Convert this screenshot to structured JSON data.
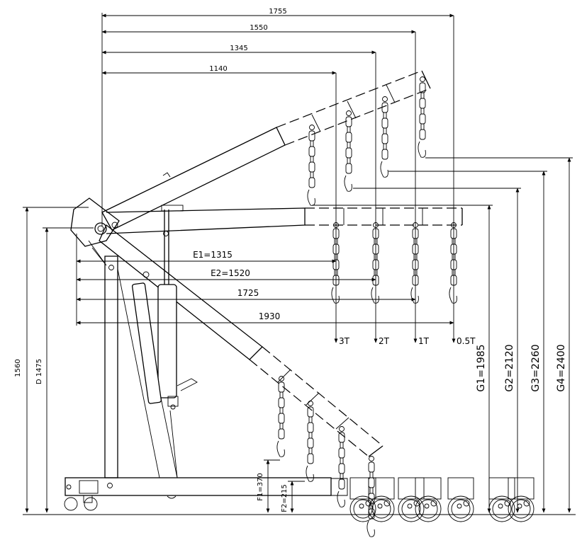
{
  "top_dims": [
    "1755",
    "1550",
    "1345",
    "1140"
  ],
  "left_dims": {
    "overall": "1560",
    "d": "D 1475"
  },
  "e_dims": [
    "E1=1315",
    "E2=1520",
    "1725",
    "1930"
  ],
  "load_labels": [
    "3T",
    "2T",
    "1T",
    "0.5T"
  ],
  "g_dims": [
    "G1=1985",
    "G2=2120",
    "G3=2260",
    "G4=2400"
  ],
  "f_dims": [
    "F1=370",
    "F2=215"
  ]
}
